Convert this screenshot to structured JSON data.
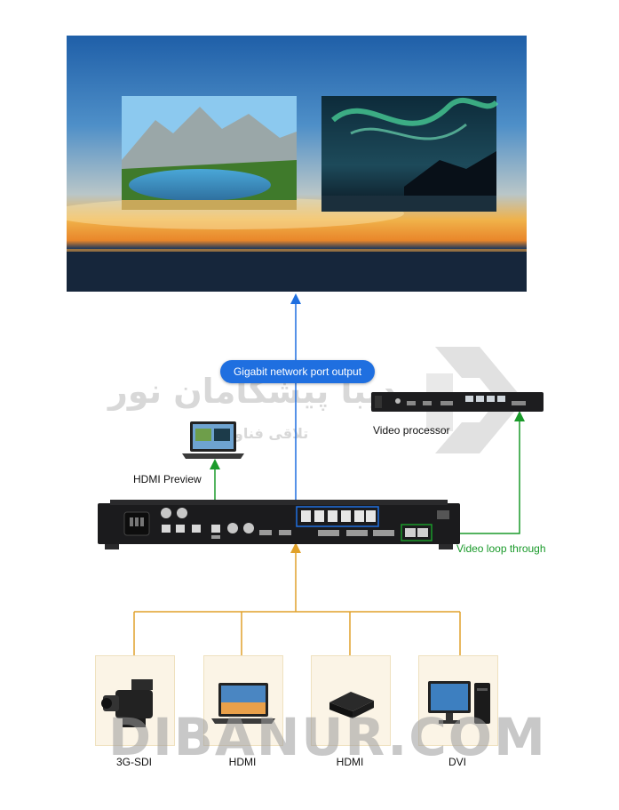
{
  "labels": {
    "gigabit": "Gigabit network port output",
    "video_processor": "Video processor",
    "hdmi_preview": "HDMI Preview",
    "video_loop": "Video loop through"
  },
  "sources": [
    {
      "label": "3G-SDI",
      "icon": "camcorder-icon"
    },
    {
      "label": "HDMI",
      "icon": "laptop-icon"
    },
    {
      "label": "HDMI",
      "icon": "media-box-icon"
    },
    {
      "label": "DVI",
      "icon": "desktop-pc-icon"
    }
  ],
  "watermark": {
    "persian_line1": "دیبا پیشگامان نور",
    "persian_line2": "تلاقی فناوری",
    "site": "DIBANUR.COM"
  },
  "colors": {
    "network_line": "#1f6fe0",
    "loop_line": "#1a9a2a",
    "source_line": "#e0a12a"
  }
}
